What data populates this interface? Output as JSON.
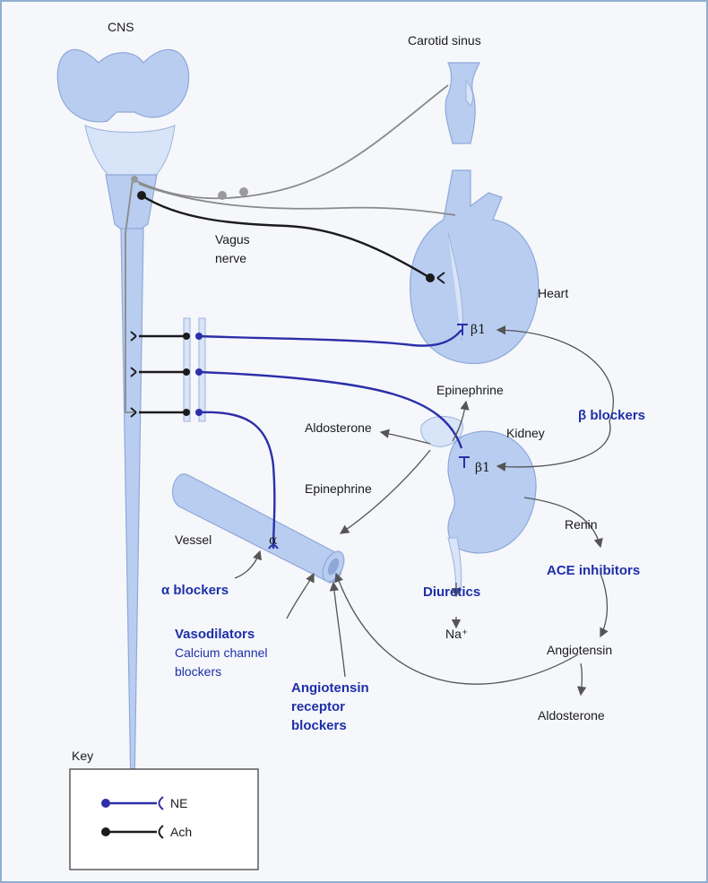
{
  "labels": {
    "cns": "CNS",
    "carotid_sinus": "Carotid sinus",
    "vagus_nerve_line1": "Vagus",
    "vagus_nerve_line2": "nerve",
    "heart": "Heart",
    "beta1_heart": "β1",
    "beta1_kidney": "β1",
    "epinephrine_top": "Epinephrine",
    "aldosterone_left": "Aldosterone",
    "kidney": "Kidney",
    "epinephrine_mid": "Epinephrine",
    "vessel": "Vessel",
    "alpha": "α",
    "renin": "Renin",
    "na_plus": "Na⁺",
    "angiotensin": "Angiotensin",
    "aldosterone_bottom": "Aldosterone"
  },
  "drugs": {
    "beta_blockers": "β blockers",
    "alpha_blockers": "α blockers",
    "diuretics": "Diuretics",
    "ace_inhibitors": "ACE inhibitors",
    "vasodilators": "Vasodilators",
    "calcium_line1": "Calcium channel",
    "calcium_line2": "blockers",
    "arb_line1": "Angiotensin",
    "arb_line2": "receptor",
    "arb_line3": "blockers"
  },
  "key": {
    "title": "Key",
    "ne_label": "NE",
    "ach_label": "Ach"
  },
  "colors": {
    "ne": "#2c2fa8",
    "ach": "#1b1b1b",
    "drug_text": "#1e2fa8",
    "organ_fill": "#b8cdf0"
  }
}
